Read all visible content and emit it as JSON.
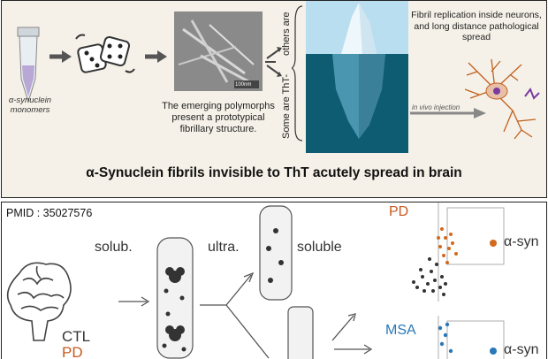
{
  "top_panel": {
    "monomer_label": "α-synuclein monomers",
    "polymorph_caption": "The emerging polymorphs present a prototypical fibrillary structure.",
    "scale_bar": "100nm",
    "others_are": "others are",
    "some_are": "Some are ThT-",
    "replication_caption": "Fibril replication inside neurons, and long distance pathological spread",
    "injection_label": "in vivo injection",
    "title": "α-Synuclein fibrils invisible to ThT acutely spread in brain",
    "colors": {
      "sea": "#0e5c72",
      "sky": "#a9d6e8",
      "neuron": "#c0601e"
    }
  },
  "bottom_panel": {
    "pmid": "PMID : 35027576",
    "solub": "solub.",
    "ultra": "ultra.",
    "soluble": "soluble",
    "ctl": "CTL",
    "pd": "PD",
    "pd_plot_label": "PD",
    "msa_plot_label": "MSA",
    "legend_pd": "α-syn",
    "legend_msa": "α-syn",
    "colors": {
      "pd": "#d2691e",
      "msa": "#2a78b8"
    }
  }
}
